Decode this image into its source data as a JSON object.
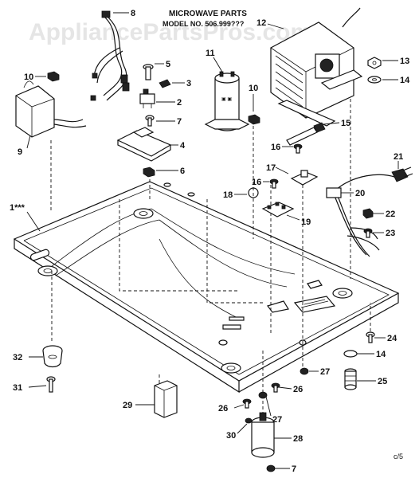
{
  "header": {
    "title": "MICROWAVE PARTS",
    "model_line": "MODEL NO. 506.999???"
  },
  "watermark": "AppliancePartsPros.com",
  "footer_code": "c/5",
  "callouts": {
    "c1": "1***",
    "c2": "2",
    "c3": "3",
    "c4": "4",
    "c5": "5",
    "c6": "6",
    "c7a": "7",
    "c7b": "7",
    "c8": "8",
    "c9": "9",
    "c10a": "10",
    "c10b": "10",
    "c11": "11",
    "c12": "12",
    "c13": "13",
    "c14a": "14",
    "c14b": "14",
    "c15": "15",
    "c16a": "16",
    "c16b": "16",
    "c17": "17",
    "c18": "18",
    "c19": "19",
    "c20": "20",
    "c21": "21",
    "c22": "22",
    "c23": "23",
    "c24": "24",
    "c25": "25",
    "c26a": "26",
    "c26b": "26",
    "c27a": "27",
    "c27b": "27",
    "c28": "28",
    "c29": "29",
    "c30": "30",
    "c31": "31",
    "c32": "32"
  }
}
